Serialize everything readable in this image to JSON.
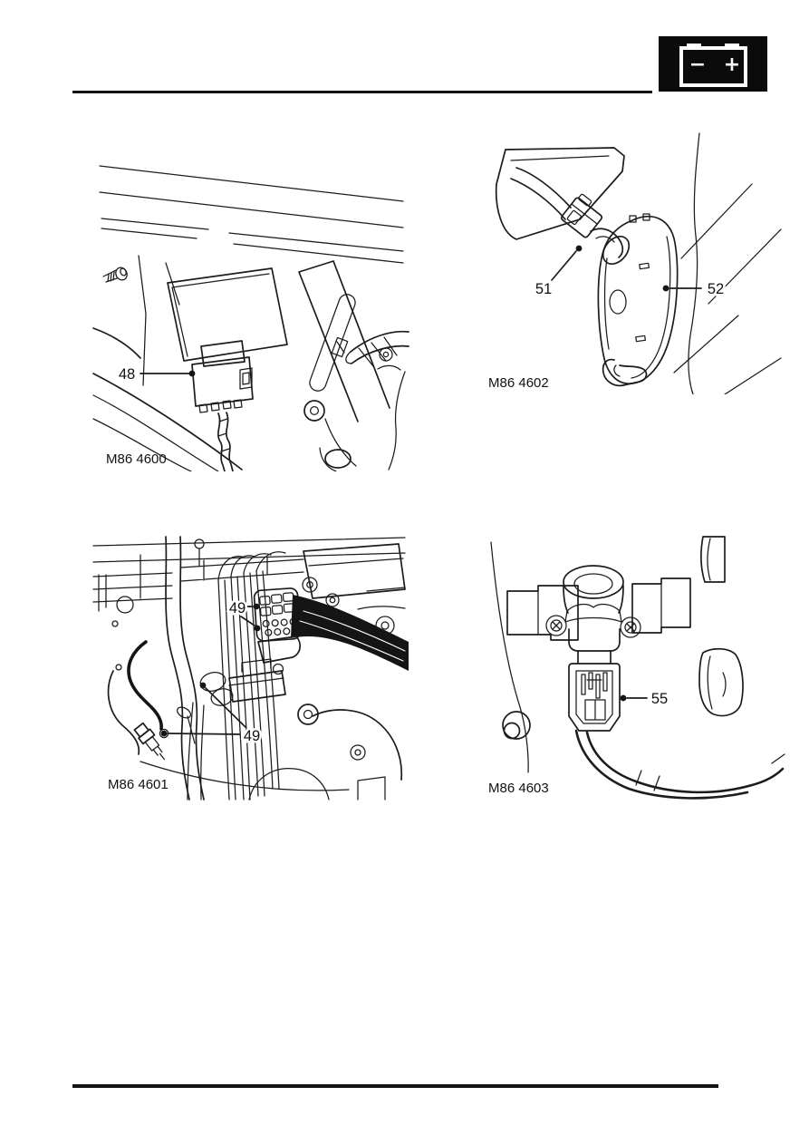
{
  "header": {
    "battery_icon": {
      "minus_label": "−",
      "plus_label": "+"
    }
  },
  "figures": [
    {
      "caption": "M86 4600",
      "callouts": [
        {
          "label": "48"
        }
      ]
    },
    {
      "caption": "M86 4602",
      "callouts": [
        {
          "label": "51"
        },
        {
          "label": "52"
        }
      ]
    },
    {
      "caption": "M86 4601",
      "callouts": [
        {
          "label": "49"
        },
        {
          "label": "49"
        }
      ]
    },
    {
      "caption": "M86 4603",
      "callouts": [
        {
          "label": "55"
        }
      ]
    }
  ]
}
